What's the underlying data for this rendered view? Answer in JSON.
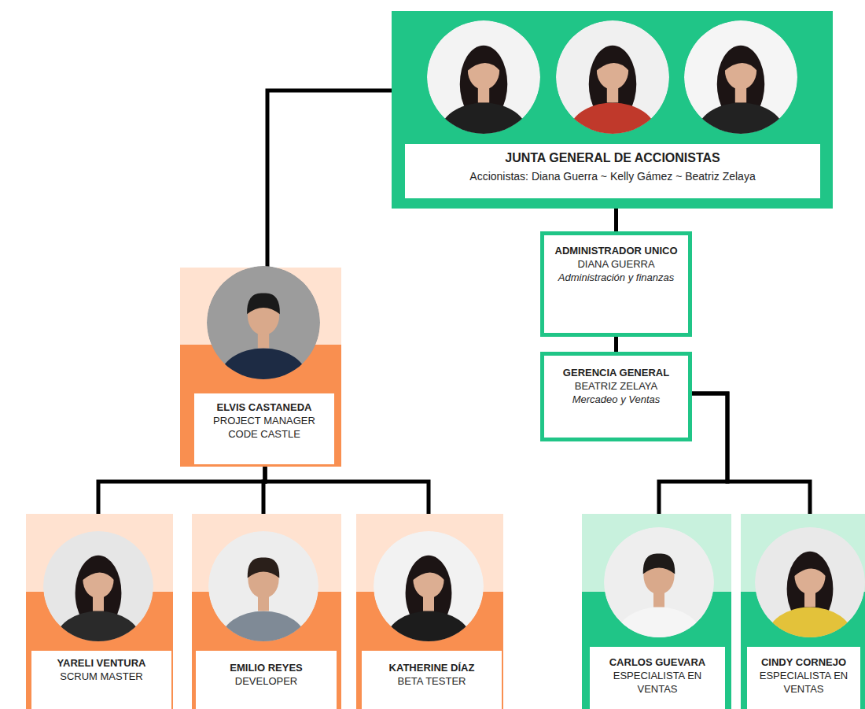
{
  "diagram": {
    "nodes": [
      {
        "text": [
          "JUNTA GENERAL DE ACCIONISTAS",
          "Accionistas: Diana Guerra ~ Kelly Gámez ~ Beatriz Zelaya"
        ]
      },
      {
        "text": [
          "ADMINISTRADOR UNICO",
          "DIANA GUERRA",
          "Administración y finanzas"
        ]
      },
      {
        "text": [
          "ELVIS CASTANEDA",
          "PROJECT MANAGER CODE CASTLE"
        ]
      },
      {
        "text": [
          "GERENCIA GENERAL",
          "BEATRIZ ZELAYA",
          "Mercadeo y Ventas"
        ]
      },
      {
        "text": [
          "YARELI VENTURA",
          "SCRUM MASTER"
        ]
      },
      {
        "text": [
          "EMILIO REYES",
          "DEVELOPER"
        ]
      },
      {
        "text": [
          "KATHERINE DÍAZ",
          "BETA TESTER"
        ]
      },
      {
        "text": [
          "CARLOS GUEVARA",
          "ESPECIALISTA EN VENTAS"
        ]
      },
      {
        "text": [
          "CINDY CORNEJO",
          "ESPECIALISTA EN VENTAS"
        ]
      }
    ],
    "edges": [
      {
        "from": 0,
        "to": 1,
        "arrow": "none"
      },
      {
        "from": 0,
        "to": 2,
        "arrow": "none"
      },
      {
        "from": 1,
        "to": 3,
        "arrow": "none"
      },
      {
        "from": 2,
        "to": 4,
        "arrow": "none"
      },
      {
        "from": 2,
        "to": 5,
        "arrow": "none"
      },
      {
        "from": 2,
        "to": 6,
        "arrow": "none"
      },
      {
        "from": 3,
        "to": 7,
        "arrow": "none"
      },
      {
        "from": 3,
        "to": 8,
        "arrow": "none"
      }
    ]
  }
}
